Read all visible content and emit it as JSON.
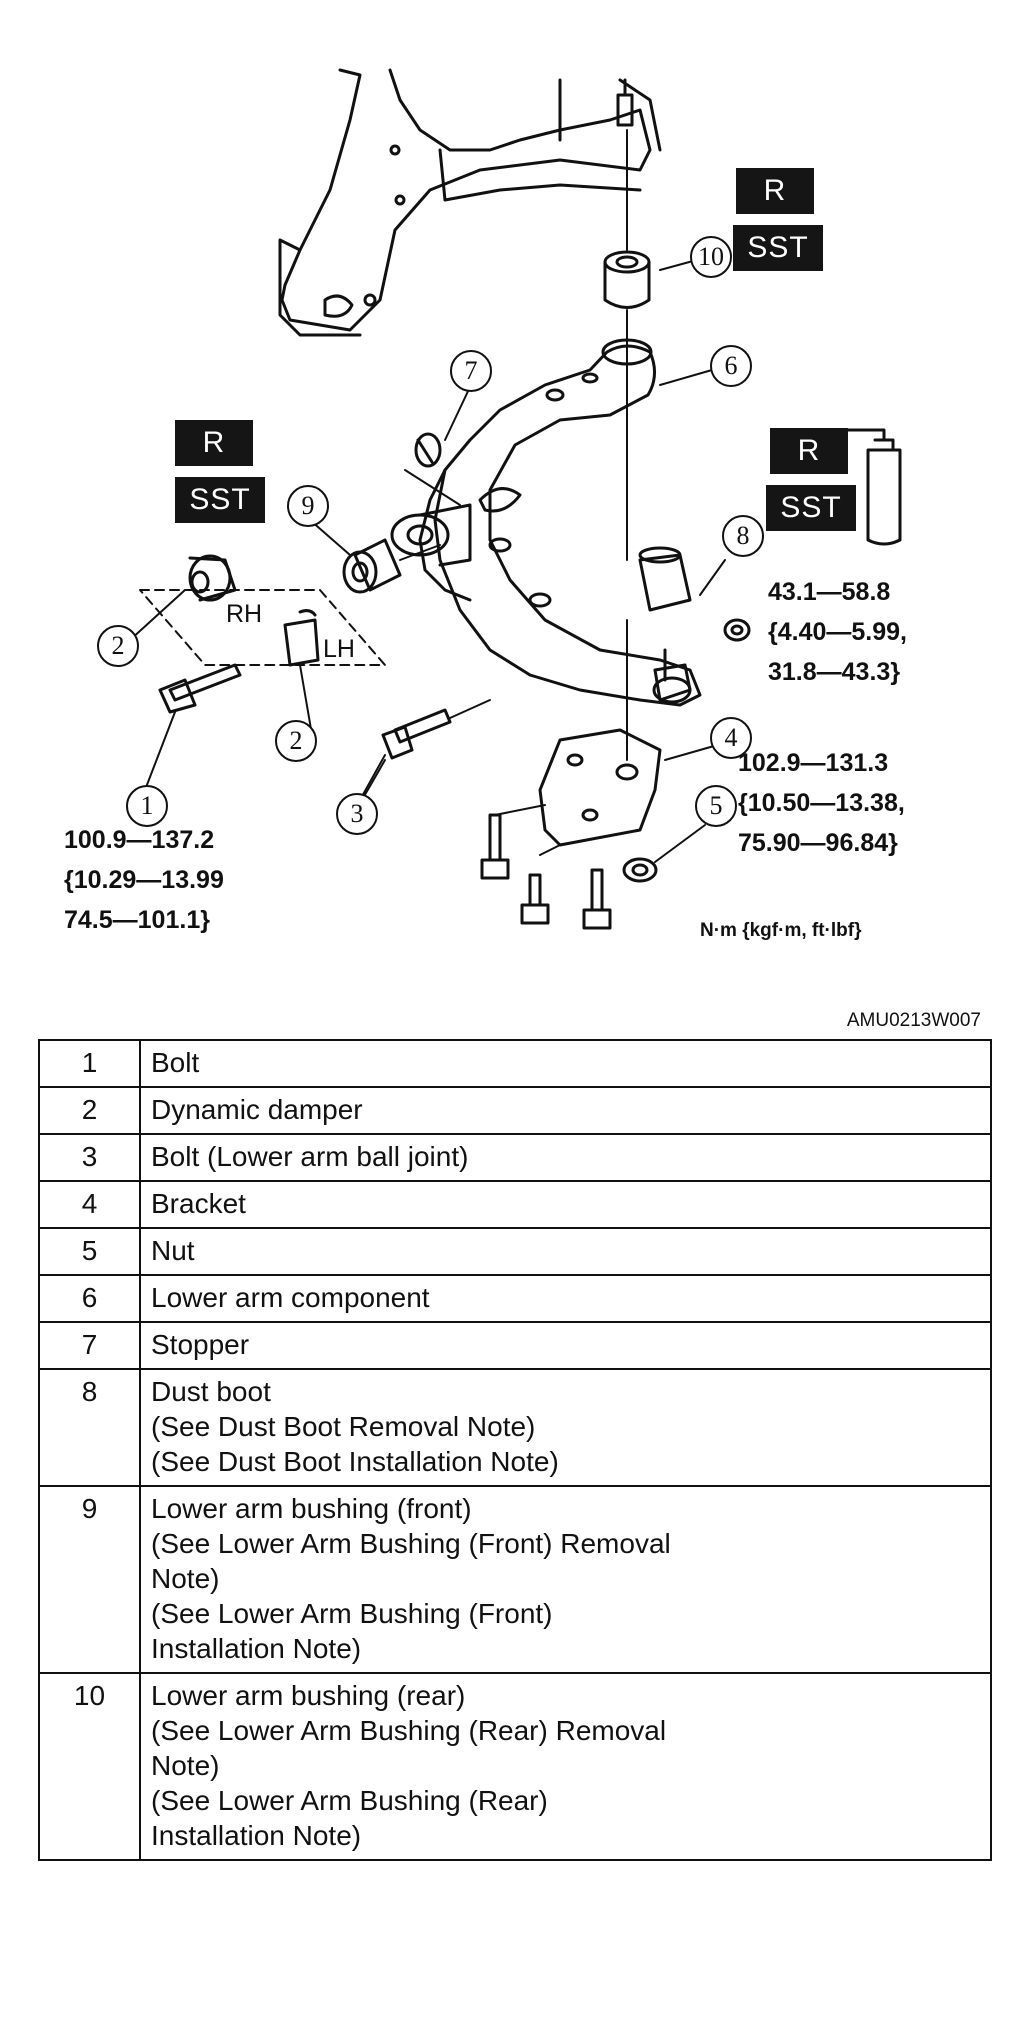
{
  "diagram": {
    "tags": {
      "r": "R",
      "sst": "SST"
    },
    "callouts": [
      "1",
      "2",
      "2",
      "3",
      "4",
      "5",
      "6",
      "7",
      "8",
      "9",
      "10"
    ],
    "side_labels": {
      "rh": "RH",
      "lh": "LH"
    },
    "torques": {
      "bolt_1": "100.9—137.2\n{10.29—13.99\n74.5—101.1}",
      "nut_8": "43.1—58.8\n{4.40—5.99,\n31.8—43.3}",
      "nut_5": "102.9—131.3\n{10.50—13.38,\n75.90—96.84}"
    },
    "units": "N·m {kgf·m, ft·lbf}",
    "image_id": "AMU0213W007"
  },
  "parts": [
    {
      "num": "1",
      "desc": "Bolt"
    },
    {
      "num": "2",
      "desc": "Dynamic damper"
    },
    {
      "num": "3",
      "desc": "Bolt (Lower arm ball joint)"
    },
    {
      "num": "4",
      "desc": "Bracket"
    },
    {
      "num": "5",
      "desc": "Nut"
    },
    {
      "num": "6",
      "desc": "Lower arm component"
    },
    {
      "num": "7",
      "desc": "Stopper"
    },
    {
      "num": "8",
      "desc": "Dust boot\n(See Dust Boot Removal Note)\n(See Dust Boot Installation Note)"
    },
    {
      "num": "9",
      "desc": "Lower arm bushing (front)\n(See Lower Arm Bushing (Front) Removal\nNote)\n(See Lower Arm Bushing (Front)\nInstallation Note)"
    },
    {
      "num": "10",
      "desc": "Lower arm bushing (rear)\n(See Lower Arm Bushing (Rear) Removal\nNote)\n(See Lower Arm Bushing (Rear)\nInstallation Note)"
    }
  ]
}
